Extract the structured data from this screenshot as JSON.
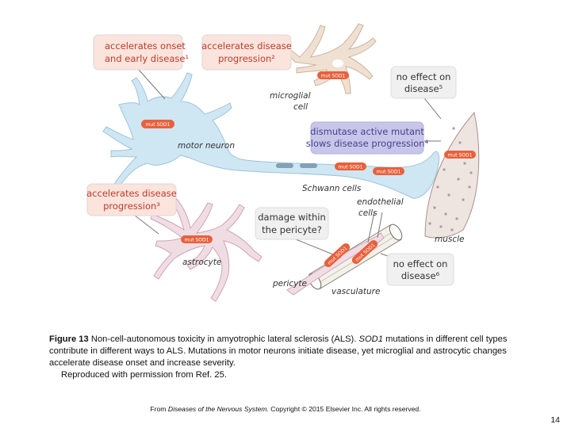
{
  "diagram": {
    "boxes": {
      "onset": [
        "accelerates onset",
        "and early disease¹"
      ],
      "progression_microglia": [
        "accelerates disease",
        "progression²"
      ],
      "no_effect_muscle": [
        "no effect on",
        "disease⁵"
      ],
      "dismutase": [
        "dismutase active mutant",
        "slows disease progression⁴"
      ],
      "progression_astrocyte": [
        "accelerates disease",
        "progression³"
      ],
      "pericyte_damage": [
        "damage within",
        "the pericyte?"
      ],
      "no_effect_vasculature": [
        "no effect on",
        "disease⁶"
      ]
    },
    "cell_labels": {
      "microglial": [
        "microglial",
        "cell"
      ],
      "motor_neuron": "motor neuron",
      "schwann": "Schwann cells",
      "endothelial": [
        "endothelial",
        "cells"
      ],
      "muscle": "muscle",
      "astrocyte": "astrocyte",
      "pericyte": "pericyte",
      "vasculature": "vasculature"
    },
    "mutation_tag": "mut SOD1"
  },
  "caption": {
    "figure_label": "Figure 13",
    "text_before_gene": "Non-cell-autonomous toxicity in amyotrophic lateral sclerosis (ALS).",
    "gene": "SOD1",
    "text_after_gene": "mutations in different cell types contribute in different ways to ALS. Mutations in motor neurons initiate disease, yet microglial and astrocytic changes accelerate disease onset and increase severity.",
    "reproduced": "Reproduced with permission from Ref. 25."
  },
  "footer": {
    "prefix": "From",
    "book": "Diseases of the Nervous System",
    "suffix": ". Copyright © 2015 Elsevier Inc. All rights reserved."
  },
  "page_number": "14",
  "colors": {
    "neuron": "#cfe6f3",
    "microglia": "#efe0d2",
    "astrocyte": "#f0dde4",
    "mutation_tag": "#e8603c",
    "red_box_bg": "#fbe4dc",
    "red_box_text": "#c0392b",
    "purple_box_bg": "#c7c6ea",
    "gray_box_bg": "#f0f0f0"
  }
}
